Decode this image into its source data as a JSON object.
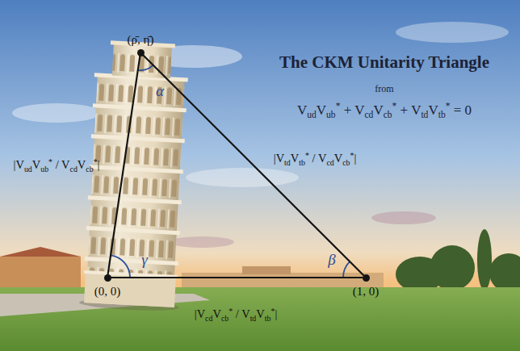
{
  "diagram": {
    "title": "The CKM Unitarity Triangle",
    "nodes": [
      {
        "text": [
          "(ρ̄, η̄)"
        ]
      },
      {
        "text": [
          "(0, 0)"
        ]
      },
      {
        "text": [
          "(1, 0)"
        ]
      }
    ],
    "edges": [
      {
        "from": 1,
        "to": 0,
        "arrow": "none",
        "label": "|VudVub* / VcdVcb*|"
      },
      {
        "from": 0,
        "to": 2,
        "arrow": "none",
        "label": "|VtdVtb* / VcdVcb*|"
      },
      {
        "from": 1,
        "to": 2,
        "arrow": "none",
        "label": "|VcdVcb* / VtdVtb*|"
      }
    ],
    "labels": [
      "from",
      "VudVub* + VcdVcb* + VtdVtb* = 0",
      "α",
      "β",
      "γ"
    ]
  }
}
